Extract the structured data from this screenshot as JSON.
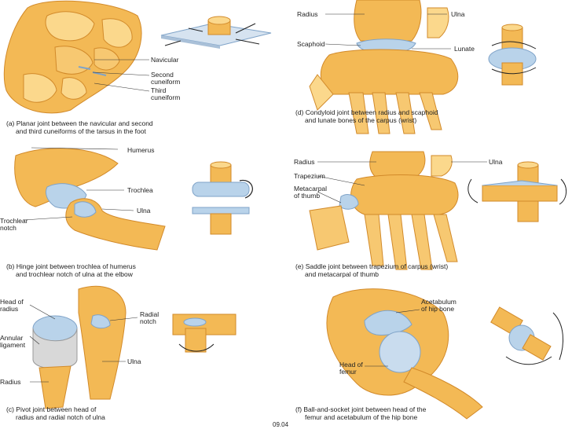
{
  "panels": {
    "a": {
      "caption_line1": "(a) Planar joint between the navicular and second",
      "caption_line2": "and third cuneiforms of the tarsus in the foot",
      "labels": {
        "navicular": "Navicular",
        "second_cuneiform_1": "Second",
        "second_cuneiform_2": "cuneiform",
        "third_cuneiform_1": "Third",
        "third_cuneiform_2": "cuneiform"
      }
    },
    "b": {
      "caption_line1": "(b) Hinge joint between trochlea of humerus",
      "caption_line2": "and trochlear notch of ulna at the elbow",
      "labels": {
        "humerus": "Humerus",
        "trochlea": "Trochlea",
        "ulna": "Ulna",
        "trochlear_notch_1": "Trochlear",
        "trochlear_notch_2": "notch"
      }
    },
    "c": {
      "caption_line1": "(c) Pivot joint between head of",
      "caption_line2": "radius and radial notch of ulna",
      "labels": {
        "head_of_radius_1": "Head of",
        "head_of_radius_2": "radius",
        "radial_notch_1": "Radial",
        "radial_notch_2": "notch",
        "annular_1": "Annular",
        "annular_2": "ligament",
        "ulna": "Ulna",
        "radius": "Radius"
      }
    },
    "d": {
      "caption_line1": "(d) Condyloid joint between radius and scaphoid",
      "caption_line2": "and lunate bones of the carpus (wrist)",
      "labels": {
        "radius": "Radius",
        "ulna": "Ulna",
        "scaphoid": "Scaphoid",
        "lunate": "Lunate"
      }
    },
    "e": {
      "caption_line1": "(e) Saddle joint between trapezium of carpus (wrist)",
      "caption_line2": "and metacarpal of thumb",
      "labels": {
        "radius": "Radius",
        "ulna": "Ulna",
        "trapezium": "Trapezium",
        "metacarpal_1": "Metacarpal",
        "metacarpal_2": "of thumb"
      }
    },
    "f": {
      "caption_line1": "(f) Ball-and-socket joint between head of the",
      "caption_line2": "femur and acetabulum of the hip bone",
      "labels": {
        "acetabulum_1": "Acetabulum",
        "acetabulum_2": "of hip bone",
        "head_of_femur_1": "Head of",
        "head_of_femur_2": "femur"
      }
    }
  },
  "figure_code": "09.04",
  "colors": {
    "bone": "#f3b955",
    "bone_light": "#fbd88c",
    "bone_dark": "#d28a2a",
    "cartilage": "#b9d3ea",
    "cartilage_dark": "#7fa3c8",
    "leader": "#333333"
  }
}
